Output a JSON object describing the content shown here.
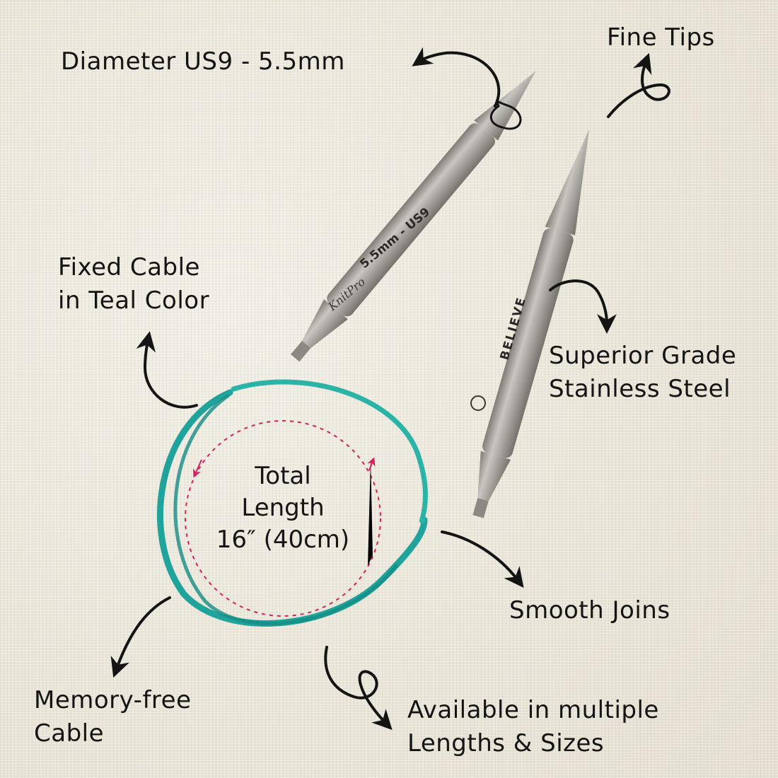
{
  "callouts": {
    "diameter": "Diameter US9 - 5.5mm",
    "fine_tips": "Fine Tips",
    "fixed_cable_line1": "Fixed Cable",
    "fixed_cable_line2": "in Teal Color",
    "superior_line1": "Superior Grade",
    "superior_line2": "Stainless Steel",
    "total_line1": "Total",
    "total_line2": "Length",
    "total_line3": "16″ (40cm)",
    "smooth_joins": "Smooth Joins",
    "memory_line1": "Memory-free",
    "memory_line2": "Cable",
    "available_line1": "Available in multiple",
    "available_line2": "Lengths & Sizes"
  },
  "needle_markings": {
    "brand": "KnitPro",
    "size": "5.5mm - US9",
    "line": "BELIEVE"
  },
  "colors": {
    "cable": "#1fa39a",
    "steel": "#a6a29d",
    "dashed_circle": "#d4215c",
    "ink": "#141414"
  }
}
